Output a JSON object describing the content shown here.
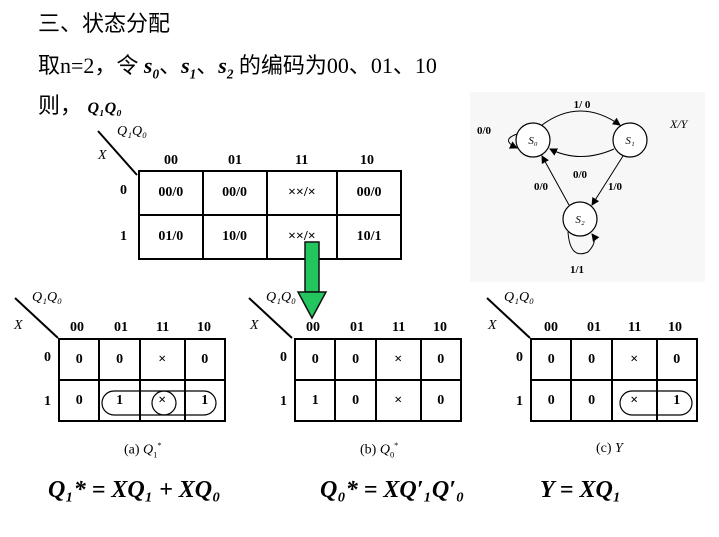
{
  "heading": "三、状态分配",
  "line2": "取n=2，令",
  "line2_states": [
    "s",
    "s",
    "s"
  ],
  "line2_subs": [
    "0",
    "1",
    "2"
  ],
  "line2_tail": "的编码为00、01、10",
  "line3": "则，",
  "line3_var": "Q₁Q₀",
  "main_map": {
    "corner_top": "Q₁Q₀",
    "corner_left": "X",
    "cols": [
      "00",
      "01",
      "11",
      "10"
    ],
    "rows": [
      "0",
      "1"
    ],
    "cells": [
      [
        "00/0",
        "00/0",
        "××/×",
        "00/0"
      ],
      [
        "01/0",
        "10/0",
        "××/×",
        "10/1"
      ]
    ]
  },
  "state_diagram": {
    "legend": "X/Y",
    "states": [
      "S₀",
      "S₁",
      "S₂"
    ],
    "edges": {
      "s0_self": "0/0",
      "s0_to_s1": "1/ 0",
      "s1_to_s0": "0/0",
      "s2_to_s0": "0/0",
      "s1_to_s2": "1/0",
      "s2_self": "1/1"
    }
  },
  "sub_maps": [
    {
      "corner_top": "Q₁Q₀",
      "corner_left": "X",
      "cols": [
        "00",
        "01",
        "11",
        "10"
      ],
      "rows": [
        "0",
        "1"
      ],
      "cells": [
        [
          "0",
          "0",
          "×",
          "0"
        ],
        [
          "0",
          "1",
          "×",
          "1"
        ]
      ],
      "caption_prefix": "(a)",
      "caption_var": "Q",
      "caption_sub": "1",
      "caption_sup": "*"
    },
    {
      "corner_top": "Q₁Q₀",
      "corner_left": "X",
      "cols": [
        "00",
        "01",
        "11",
        "10"
      ],
      "rows": [
        "0",
        "1"
      ],
      "cells": [
        [
          "0",
          "0",
          "×",
          "0"
        ],
        [
          "1",
          "0",
          "×",
          "0"
        ]
      ],
      "caption_prefix": "(b)",
      "caption_var": "Q",
      "caption_sub": "0",
      "caption_sup": "*"
    },
    {
      "corner_top": "Q₁Q₀",
      "corner_left": "X",
      "cols": [
        "00",
        "01",
        "11",
        "10"
      ],
      "rows": [
        "0",
        "1"
      ],
      "cells": [
        [
          "0",
          "0",
          "×",
          "0"
        ],
        [
          "0",
          "0",
          "×",
          "1"
        ]
      ],
      "caption_prefix": "(c)",
      "caption_var": "Y"
    }
  ],
  "equations": {
    "eq1": "Q₁* = XQ₁ + XQ₀",
    "eq2": "Q₀* = XQ′₁Q′₀",
    "eq3": "Y = XQ₁"
  },
  "colors": {
    "arrow": "#22c55e"
  }
}
